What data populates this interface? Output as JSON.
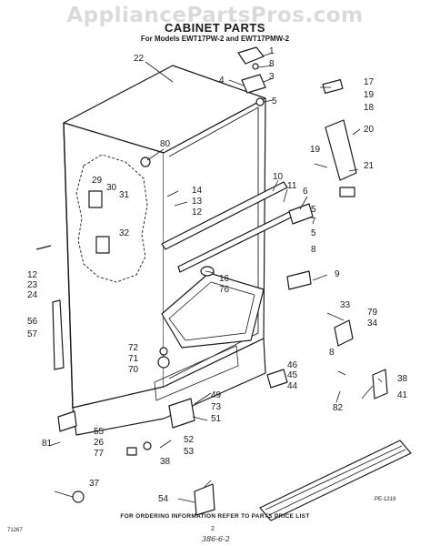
{
  "watermark": "AppliancePartsPros.com",
  "title": "CABINET PARTS",
  "subtitle": "For Models EWT17PW-2 and EWT17PMW-2",
  "callouts": [
    "1",
    "8",
    "3",
    "4",
    "5",
    "22",
    "80",
    "17",
    "19",
    "18",
    "20",
    "19",
    "21",
    "29",
    "30",
    "31",
    "14",
    "13",
    "12",
    "10",
    "11",
    "6",
    "5",
    "7",
    "5",
    "8",
    "32",
    "12",
    "23",
    "24",
    "16",
    "76",
    "9",
    "33",
    "79",
    "34",
    "56",
    "57",
    "72",
    "71",
    "70",
    "8",
    "46",
    "45",
    "44",
    "49",
    "73",
    "51",
    "38",
    "41",
    "82",
    "55",
    "26",
    "77",
    "52",
    "53",
    "81",
    "37",
    "38",
    "54"
  ],
  "footer_text": "FOR ORDERING INFORMATION REFER TO PARTS PRICE LIST",
  "page_number": "2",
  "doc_code": "71267",
  "drawing_code": "PE-1219",
  "handwritten_note": "386-6-2"
}
